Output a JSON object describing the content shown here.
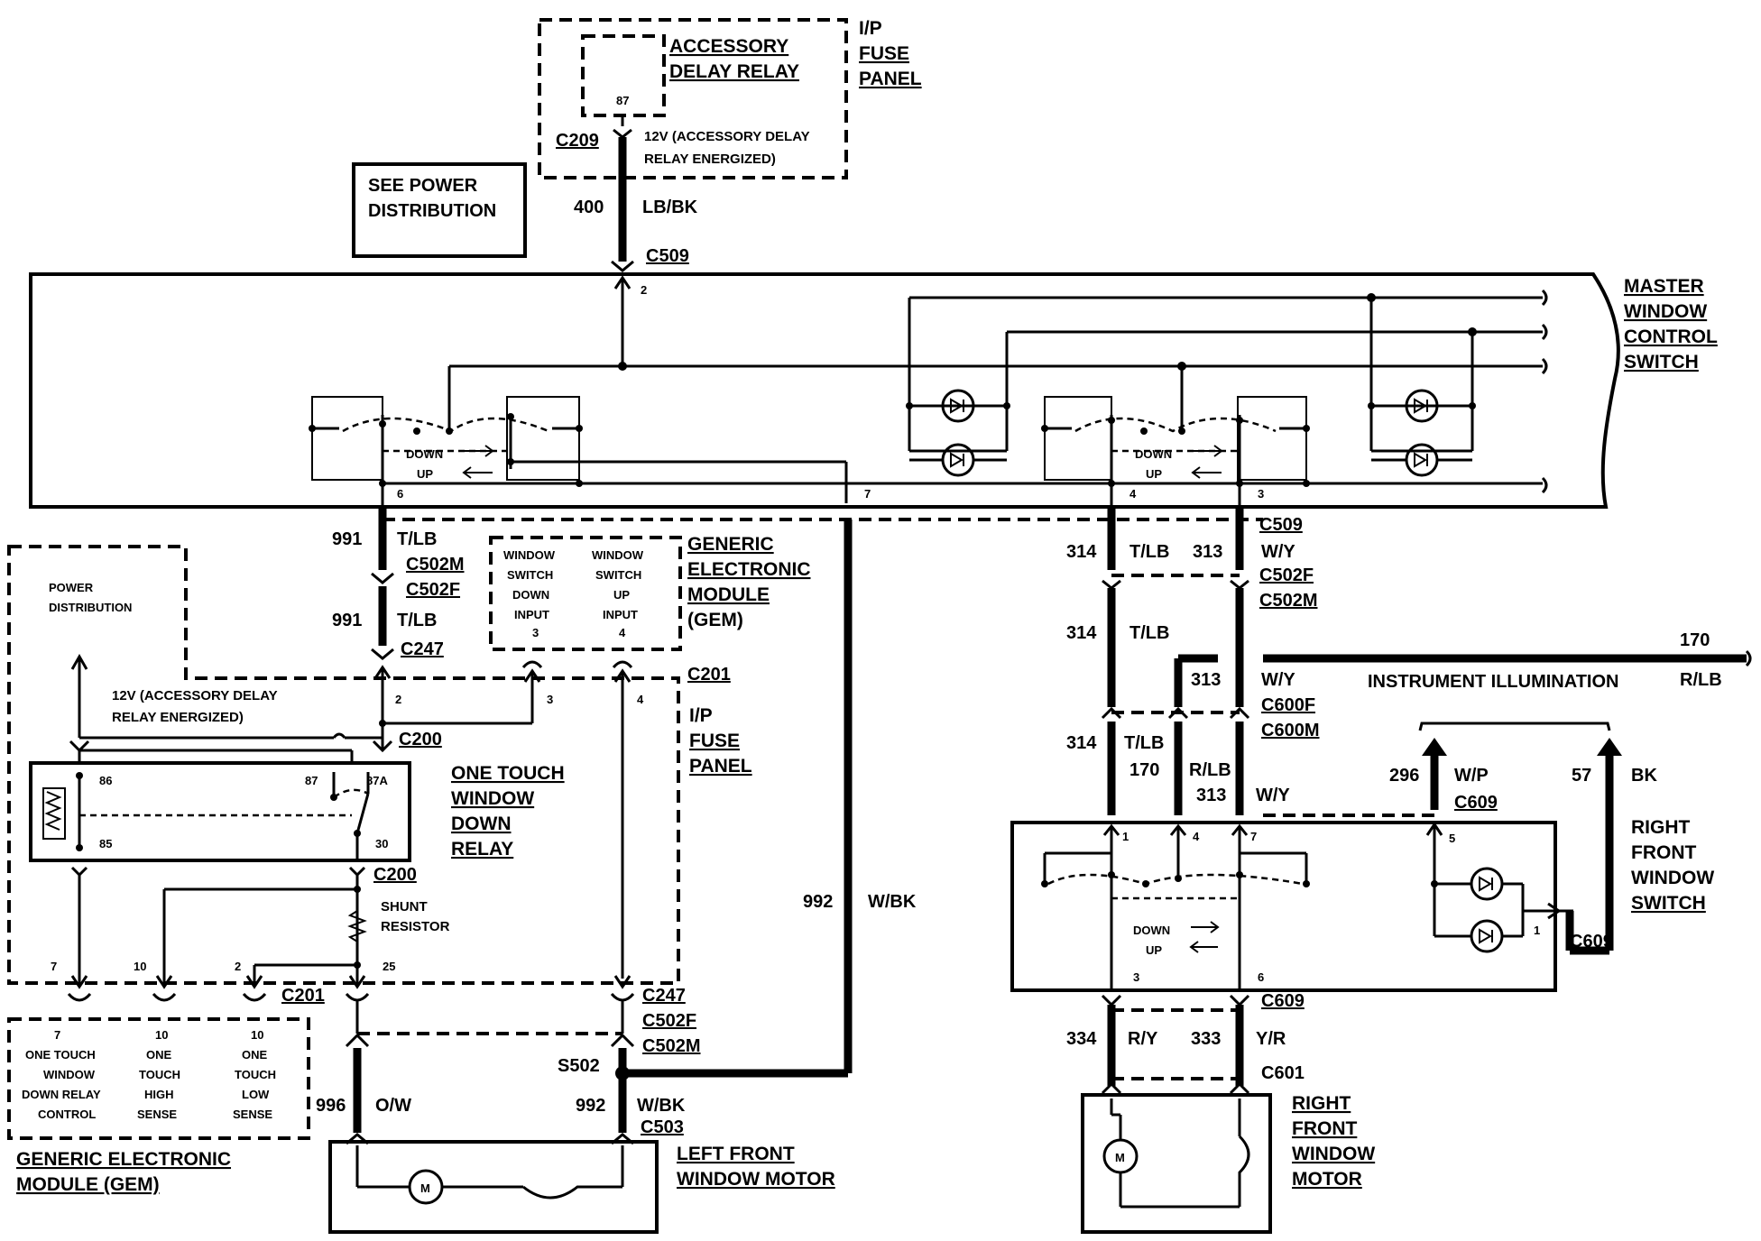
{
  "components": {
    "acc_relay": {
      "line1": "ACCESSORY",
      "line2": "DELAY RELAY",
      "pin": "87"
    },
    "ip_fuse_top": {
      "line1": "I/P",
      "line2": "FUSE",
      "line3": "PANEL"
    },
    "see_power": {
      "line1": "SEE POWER",
      "line2": "DISTRIBUTION"
    },
    "master_switch": {
      "line1": "MASTER",
      "line2": "WINDOW",
      "line3": "CONTROL",
      "line4": "SWITCH"
    },
    "gem_top": {
      "line1": "GENERIC",
      "line2": "ELECTRONIC",
      "line3": "MODULE",
      "line4": "(GEM)"
    },
    "gem_inputs": {
      "down": {
        "l1": "WINDOW",
        "l2": "SWITCH",
        "l3": "DOWN",
        "l4": "INPUT",
        "pin": "3"
      },
      "up": {
        "l1": "WINDOW",
        "l2": "SWITCH",
        "l3": "UP",
        "l4": "INPUT",
        "pin": "4"
      }
    },
    "power_dist": {
      "line1": "POWER",
      "line2": "DISTRIBUTION"
    },
    "ip_fuse_mid": {
      "line1": "I/P",
      "line2": "FUSE",
      "line3": "PANEL"
    },
    "one_touch_relay": {
      "line1": "ONE TOUCH",
      "line2": "WINDOW",
      "line3": "DOWN",
      "line4": "RELAY",
      "p86": "86",
      "p85": "85",
      "p87": "87",
      "p87a": "87A",
      "p30": "30"
    },
    "shunt": {
      "line1": "SHUNT",
      "line2": "RESISTOR"
    },
    "gem_bottom": {
      "title1": "GENERIC ELECTRONIC",
      "title2": "MODULE (GEM)",
      "col1": {
        "pin": "7",
        "l1": "ONE  TOUCH",
        "l2": "WINDOW",
        "l3": "DOWN RELAY",
        "l4": "CONTROL"
      },
      "col2": {
        "pin": "10",
        "l1": "ONE",
        "l2": "TOUCH",
        "l3": "HIGH",
        "l4": "SENSE"
      },
      "col3": {
        "pin": "10",
        "l1": "ONE",
        "l2": "TOUCH",
        "l3": "LOW",
        "l4": "SENSE"
      }
    },
    "left_motor": {
      "line1": "LEFT FRONT",
      "line2": "WINDOW MOTOR",
      "m": "M"
    },
    "right_switch": {
      "line1": "RIGHT",
      "line2": "FRONT",
      "line3": "WINDOW",
      "line4": "SWITCH"
    },
    "right_motor": {
      "line1": "RIGHT",
      "line2": "FRONT",
      "line3": "WINDOW",
      "line4": "MOTOR",
      "m": "M"
    },
    "instrument": {
      "label": "INSTRUMENT ILLUMINATION"
    }
  },
  "switch_labels": {
    "down": "DOWN",
    "up": "UP"
  },
  "voltage_note": {
    "line1": "12V (ACCESSORY DELAY",
    "line2": "RELAY ENERGIZED)"
  },
  "voltage_note_left": {
    "line1": "12V (ACCESSORY DELAY",
    "line2": "RELAY ENERGIZED)"
  },
  "connectors": {
    "c209": "C209",
    "c509_top": "C509",
    "c502m_l": "C502M",
    "c502f_l": "C502F",
    "c247_l": "C247",
    "c201_l": "C201",
    "c200_a": "C200",
    "c200_b": "C200",
    "c201_b": "C201",
    "c247_b": "C247",
    "c502f_b": "C502F",
    "c502m_b": "C502M",
    "s502": "S502",
    "c503": "C503",
    "c509_r": "C509",
    "c502f_r": "C502F",
    "c502m_r": "C502M",
    "c600f": "C600F",
    "c600m": "C600M",
    "c609_a": "C609",
    "c609_b": "C609",
    "c609_c": "C609",
    "c601": "C601"
  },
  "wires": {
    "w400": {
      "num": "400",
      "color": "LB/BK"
    },
    "w991a": {
      "num": "991",
      "color": "T/LB"
    },
    "w991b": {
      "num": "991",
      "color": "T/LB"
    },
    "w992a": {
      "num": "992",
      "color": "W/BK"
    },
    "w992b": {
      "num": "992",
      "color": "W/BK"
    },
    "w996": {
      "num": "996",
      "color": "O/W"
    },
    "w314a": {
      "num": "314",
      "color": "T/LB"
    },
    "w313a": {
      "num": "313",
      "color": "W/Y"
    },
    "w314b": {
      "num": "314",
      "color": "T/LB"
    },
    "w313b": {
      "num": "313",
      "color": "W/Y"
    },
    "w314c": {
      "num": "314",
      "color": "T/LB"
    },
    "w170a": {
      "num": "170",
      "color": "R/LB"
    },
    "w313c": {
      "num": "313",
      "color": "W/Y"
    },
    "w170b": {
      "num": "170",
      "color": "R/LB"
    },
    "w296": {
      "num": "296",
      "color": "W/P"
    },
    "w57": {
      "num": "57",
      "color": "BK"
    },
    "w334": {
      "num": "334",
      "color": "R/Y"
    },
    "w333": {
      "num": "333",
      "color": "Y/R"
    }
  },
  "pins": {
    "p2_top": "2",
    "p6": "6",
    "p7": "7",
    "p4_r": "4",
    "p3_r": "3",
    "p2_c200": "2",
    "p3_c201": "3",
    "p4_c201": "4",
    "g7": "7",
    "g10": "10",
    "g2": "2",
    "g25": "25",
    "rs1": "1",
    "rs4": "4",
    "rs7": "7",
    "rs5": "5",
    "rs1b": "1",
    "rs3": "3",
    "rs6": "6"
  }
}
